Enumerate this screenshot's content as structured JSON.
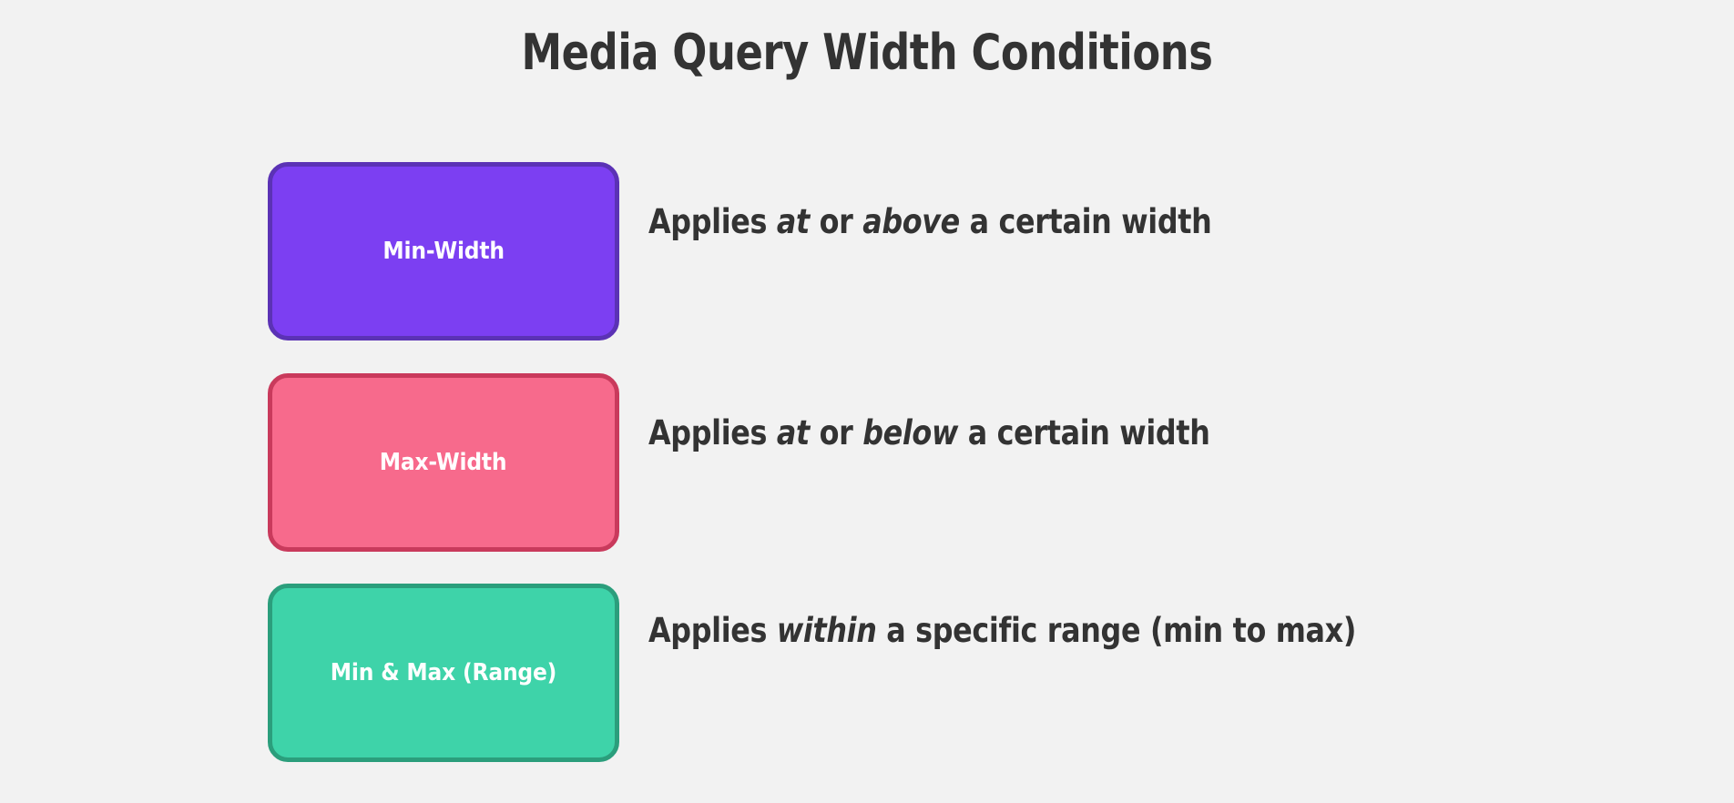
{
  "page": {
    "title": "Media Query Width Conditions",
    "background_color": "#f2f2f2",
    "text_color": "#333333"
  },
  "rows": [
    {
      "label": "Min-Width",
      "fill_color": "#7c3ff2",
      "border_color": "#5b32b5",
      "description_prefix": "Applies ",
      "description_em1": "at",
      "description_mid": " or ",
      "description_em2": "above",
      "description_suffix": " a certain width"
    },
    {
      "label": "Max-Width",
      "fill_color": "#f76a8c",
      "border_color": "#c93a5c",
      "description_prefix": "Applies ",
      "description_em1": "at",
      "description_mid": " or ",
      "description_em2": "below",
      "description_suffix": " a certain width"
    },
    {
      "label": "Min & Max (Range)",
      "fill_color": "#3ed3a9",
      "border_color": "#2b9e7c",
      "description_prefix": "Applies ",
      "description_em1": "within",
      "description_mid": "",
      "description_em2": "",
      "description_suffix": " a specific range (min to max)"
    }
  ]
}
